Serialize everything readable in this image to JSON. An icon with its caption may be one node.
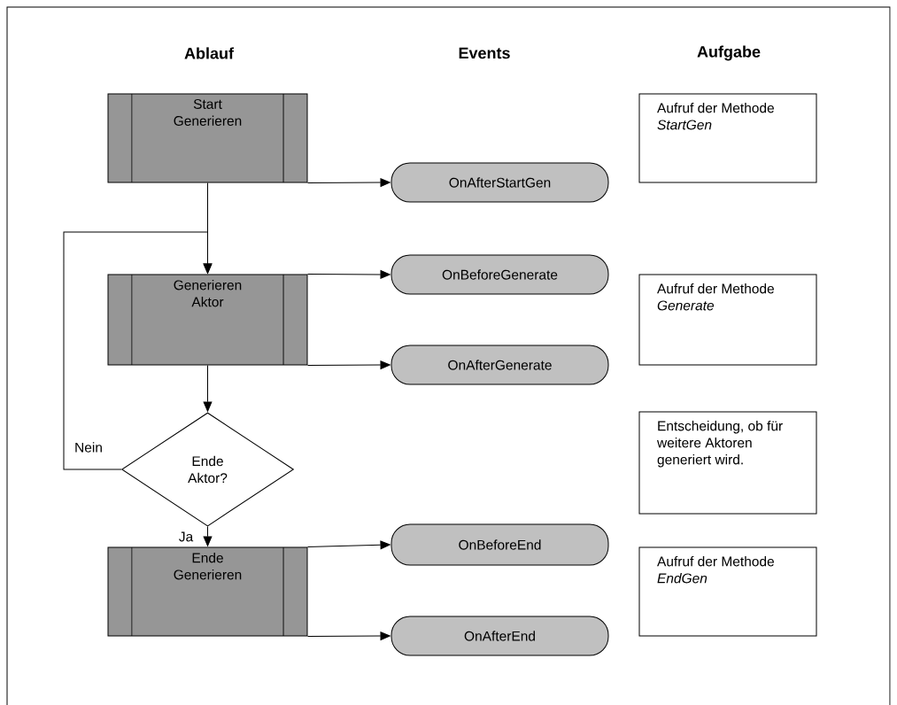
{
  "diagram": {
    "nodes": [
      {
        "text": [
          "Start Generieren"
        ]
      },
      {
        "text": [
          "OnAfterStartGen"
        ]
      },
      {
        "text": [
          "Generieren Aktor"
        ]
      },
      {
        "text": [
          "OnBeforeGenerate"
        ]
      },
      {
        "text": [
          "OnAfterGenerate"
        ]
      },
      {
        "text": [
          "Ende Aktor?"
        ]
      },
      {
        "text": [
          "Ende Generieren"
        ]
      },
      {
        "text": [
          "OnBeforeEnd"
        ]
      },
      {
        "text": [
          "OnAfterEnd"
        ]
      },
      {
        "text": [
          "Aufruf der Methode *StartGen*"
        ]
      },
      {
        "text": [
          "Aufruf der Methode *Generate*"
        ]
      },
      {
        "text": [
          "Entscheidung, ob für weitere Aktoren generiert wird."
        ]
      },
      {
        "text": [
          "Aufruf der Methode *EndGen*"
        ]
      }
    ],
    "edges": [
      {
        "from": 0,
        "to": 1,
        "arrow": "to"
      },
      {
        "from": 0,
        "to": 2,
        "arrow": "to"
      },
      {
        "from": 5,
        "to": 2,
        "arrow": "to",
        "label": "Nein"
      },
      {
        "from": 2,
        "to": 3,
        "arrow": "to"
      },
      {
        "from": 2,
        "to": 4,
        "arrow": "to"
      },
      {
        "from": 2,
        "to": 5,
        "arrow": "to"
      },
      {
        "from": 5,
        "to": 6,
        "arrow": "to",
        "label": "Ja"
      },
      {
        "from": 6,
        "to": 7,
        "arrow": "to"
      },
      {
        "from": 6,
        "to": 8,
        "arrow": "to"
      }
    ],
    "labels": [
      "Ablauf",
      "Events",
      "Aufgabe"
    ]
  }
}
